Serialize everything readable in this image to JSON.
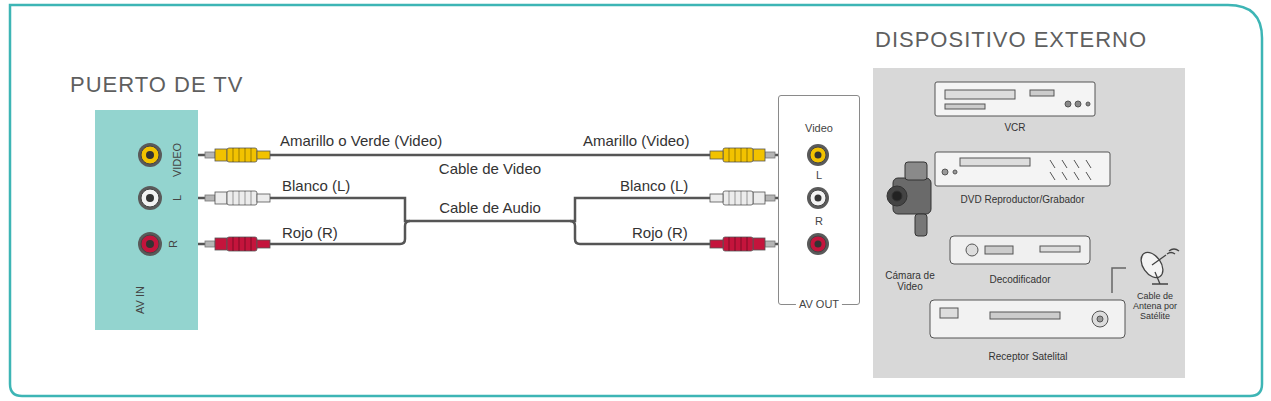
{
  "diagram": {
    "nodes": [
      {
        "text": [
          "PUERTO DE TV",
          "VIDEO",
          "L",
          "R",
          "AV IN"
        ]
      },
      {
        "text": [
          "Video",
          "L",
          "R",
          "AV OUT"
        ]
      },
      {
        "text": [
          "DISPOSITIVO EXTERNO"
        ]
      },
      {
        "text": [
          "VCR"
        ],
        "in": 2
      },
      {
        "text": [
          "DVD Reproductor/Grabador"
        ],
        "in": 2
      },
      {
        "text": [
          "Cámara de Video"
        ],
        "in": 2
      },
      {
        "text": [
          "Decodificador"
        ],
        "in": 2
      },
      {
        "text": [
          "Cable de Antena por Satélite"
        ],
        "in": 2
      },
      {
        "text": [
          "Receptor Satelital"
        ],
        "in": 2
      }
    ],
    "edges": [
      {
        "from": 0,
        "to": 1,
        "arrow": "none",
        "label": "Cable de Video"
      },
      {
        "from": 0,
        "to": 1,
        "arrow": "none",
        "label": "Cable de Audio"
      },
      {
        "from": 7,
        "to": 8,
        "arrow": "none"
      }
    ],
    "labels": [
      "Amarillo o Verde (Video)",
      "Amarillo (Video)",
      "Blanco (L)",
      "Rojo (R)",
      "Blanco (L)",
      "Rojo (R)"
    ]
  }
}
